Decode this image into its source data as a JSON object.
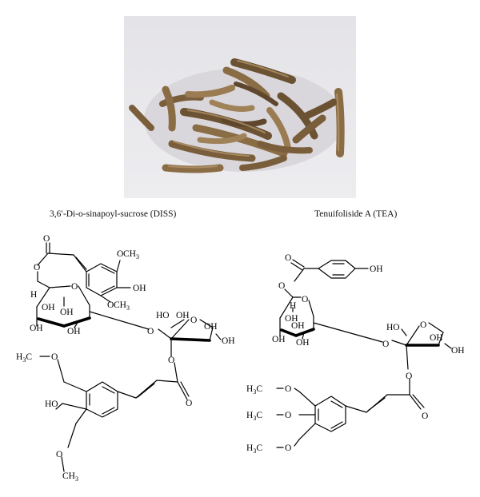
{
  "figure": {
    "left_caption": "3,6′-Di-o-sinapoyl-sucrose (DISS)",
    "right_caption": "Tenuifoliside A (TEA)"
  },
  "colors": {
    "background": "#ffffff",
    "backdrop": "#e8e7ea",
    "root_dark": "#6b5233",
    "root_mid": "#8a6c45",
    "root_light": "#a08259"
  },
  "left_structure": {
    "atom_labels": [
      "O",
      "O",
      "O",
      "O",
      "O",
      "OH",
      "H",
      "OH",
      "OH",
      "OH",
      "OH",
      "HO",
      "OH",
      "O",
      "O",
      "O",
      "OH",
      "O",
      "HO",
      "O"
    ],
    "methyl_groups": [
      "CH3",
      "CH3",
      "CH3",
      "CH3"
    ]
  },
  "right_structure": {
    "atom_labels": [
      "O",
      "OH",
      "O",
      "H",
      "O",
      "OH",
      "OH",
      "OH",
      "OH",
      "O",
      "HO",
      "OH",
      "OH",
      "O",
      "O",
      "O",
      "O",
      "O"
    ],
    "methyl_groups": [
      "CH3",
      "CH3",
      "CH3"
    ]
  }
}
